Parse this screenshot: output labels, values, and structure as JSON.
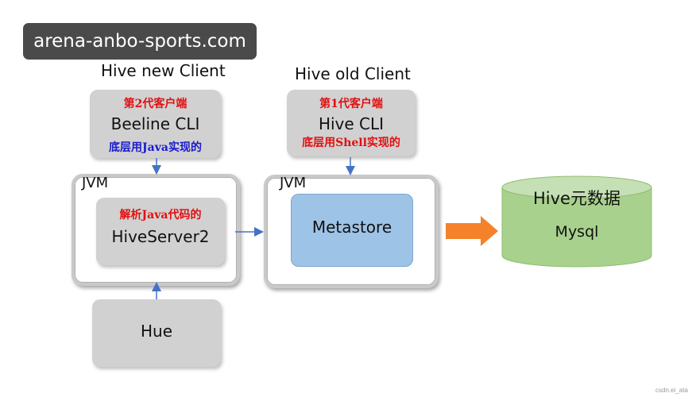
{
  "banner": {
    "text": "arena-anbo-sports.com"
  },
  "new_client": {
    "title": "Hive new Client",
    "box": {
      "caption_red": "第2代客户端",
      "name": "Beeline CLI",
      "caption_blue": "底层用Java实现的"
    }
  },
  "old_client": {
    "title": "Hive old Client",
    "box": {
      "caption_red": "第1代客户端",
      "name": "Hive CLI",
      "caption_red2": "底层用Shell实现的"
    }
  },
  "jvm_left": {
    "label": "JVM",
    "box": {
      "caption_red": "解析Java代码的",
      "name": "HiveServer2"
    }
  },
  "jvm_right": {
    "label": "JVM",
    "box": {
      "name": "Metastore"
    }
  },
  "database": {
    "title": "Hive元数据",
    "name": "Mysql"
  },
  "hue": {
    "name": "Hue"
  },
  "watermark": "csdn.ei_ata",
  "colors": {
    "box_gray": "#d1d1d1",
    "metastore_blue": "#9dc3e6",
    "db_green": "#a9d18e",
    "arrow_orange": "#f5822a",
    "arrow_blue": "#4472c4",
    "caption_red": "#e01010",
    "caption_blue": "#1a1ad0"
  }
}
